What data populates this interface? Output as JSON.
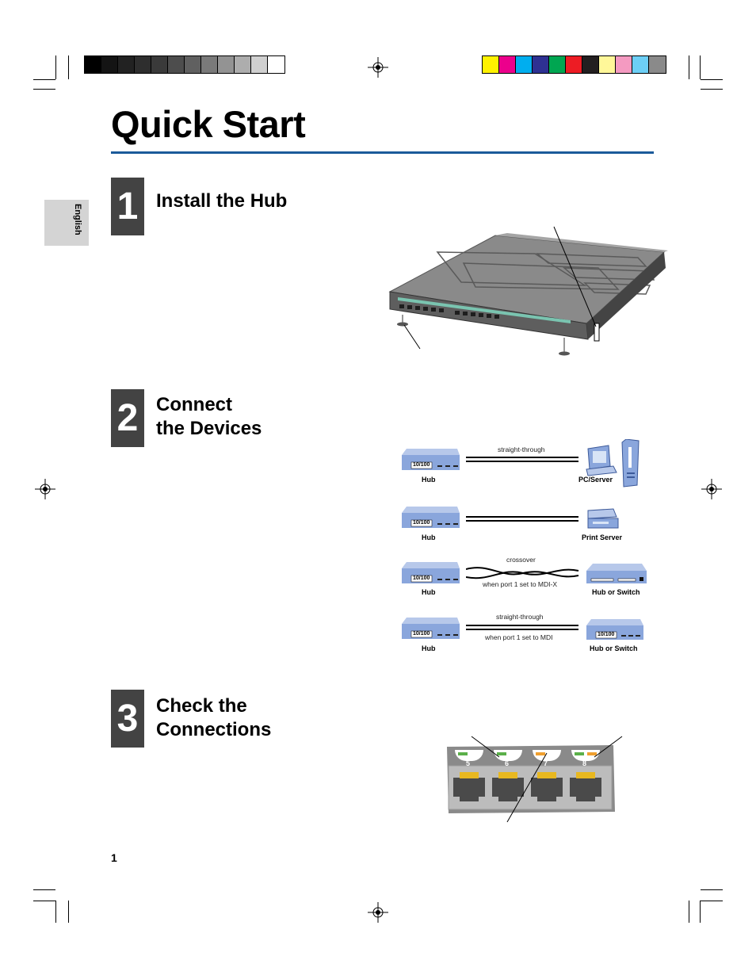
{
  "title": "Quick Start",
  "language_tab": "English",
  "page_number": "1",
  "registration": {
    "gray_swatches": [
      "#000000",
      "#141414",
      "#222222",
      "#2e2e2e",
      "#3a3a3a",
      "#4d4d4d",
      "#606060",
      "#7a7a7a",
      "#939393",
      "#adadad",
      "#d0d0d0",
      "#ffffff"
    ],
    "color_swatches": [
      "#fff200",
      "#ec008c",
      "#00aeef",
      "#2e3192",
      "#00a651",
      "#ed1c24",
      "#231f20",
      "#fff799",
      "#f49ac1",
      "#6dcff6",
      "#8a8a8a"
    ]
  },
  "steps": [
    {
      "number": "1",
      "heading_lines": [
        "Install the Hub"
      ]
    },
    {
      "number": "2",
      "heading_lines": [
        "Connect",
        "the Devices"
      ]
    },
    {
      "number": "3",
      "heading_lines": [
        "Check the",
        "Connections"
      ]
    }
  ],
  "connections": [
    {
      "left_device": "Hub",
      "left_port_label": "10/100",
      "right_device": "PC/Server",
      "cable_top": "straight-through",
      "cable_bottom": "",
      "cable_style": "straight"
    },
    {
      "left_device": "Hub",
      "left_port_label": "10/100",
      "right_device": "Print Server",
      "cable_top": "",
      "cable_bottom": "",
      "cable_style": "straight"
    },
    {
      "left_device": "Hub",
      "left_port_label": "10/100",
      "right_device": "Hub or Switch",
      "cable_top": "crossover",
      "cable_bottom": "when port 1 set to MDI-X",
      "cable_style": "crossover"
    },
    {
      "left_device": "Hub",
      "left_port_label": "10/100",
      "right_device": "Hub or Switch",
      "right_port_label": "10/100",
      "cable_top": "straight-through",
      "cable_bottom": "when port 1 set to MDI",
      "cable_style": "straight"
    }
  ],
  "ports": {
    "numbers": [
      "5",
      "6",
      "7",
      "8"
    ],
    "led_colors": [
      "#5bb04a",
      "#5bb04a",
      "#f0a030",
      "#5bb04a"
    ],
    "secondary_led_colors": [
      "#ffffff",
      "#ffffff",
      "#ffffff",
      "#f0a030"
    ]
  }
}
